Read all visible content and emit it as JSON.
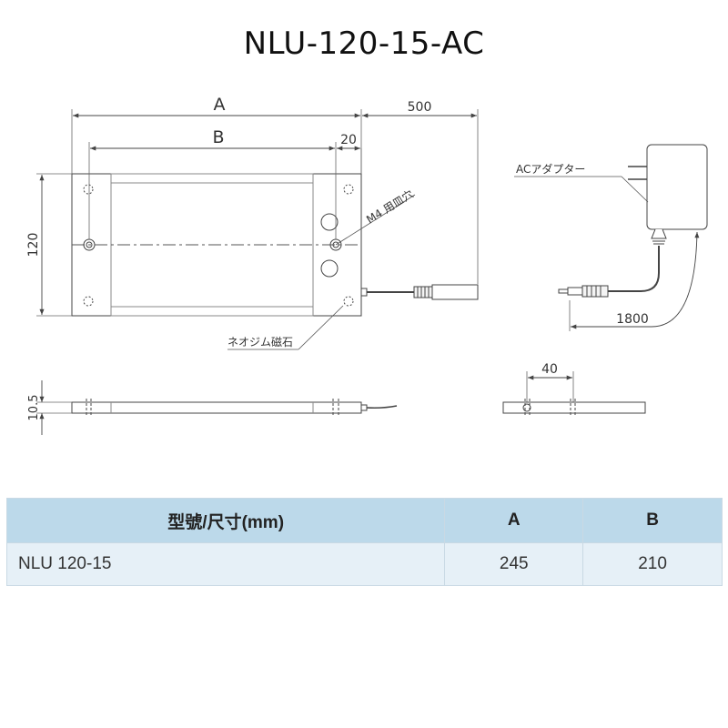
{
  "title": "NLU-120-15-AC",
  "drawing": {
    "dim_a": "A",
    "dim_b": "B",
    "dim_500": "500",
    "dim_20": "20",
    "dim_120": "120",
    "dim_10_5": "10.5",
    "dim_1800": "1800",
    "dim_40": "40",
    "label_ac_adapter": "ACアダプター",
    "label_m4_hole": "M4 用皿穴",
    "label_magnet": "ネオジム磁石"
  },
  "table": {
    "headers": [
      "型號/尺寸(mm)",
      "A",
      "B"
    ],
    "rows": [
      [
        "NLU 120-15",
        "245",
        "210"
      ]
    ]
  }
}
